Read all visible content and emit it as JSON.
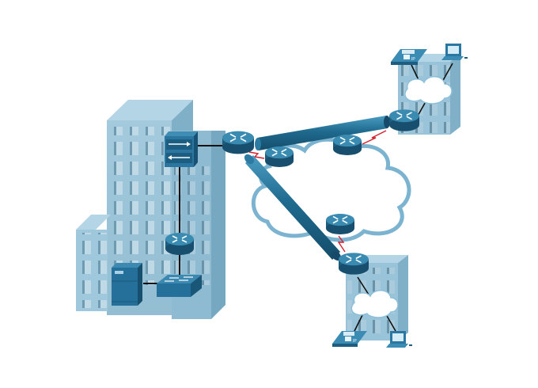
{
  "diagram": {
    "type": "network-topology",
    "colors": {
      "building_light": "#a9cfe0",
      "building_mid": "#8fbfd6",
      "building_dark": "#79abc4",
      "window": "#c3dce9",
      "window_shadow": "#6d97ad",
      "device_top": "#3b8ab0",
      "device_side": "#1e5f80",
      "device_dark": "#164a66",
      "cloud_fill": "#ffffff",
      "cloud_stroke": "#7bb3d0",
      "serial_link": "#d3202f",
      "ethernet_link": "#111111",
      "tunnel": "#1c6286"
    },
    "sites": [
      {
        "id": "hq",
        "name": "headquarters",
        "devices": [
          "multilayer-switch",
          "router",
          "switch",
          "server"
        ]
      },
      {
        "id": "branch1",
        "name": "branch-top-right",
        "devices": [
          "router",
          "lan-cloud",
          "ip-phone",
          "laptop"
        ]
      },
      {
        "id": "branch2",
        "name": "branch-bottom-right",
        "devices": [
          "router",
          "lan-cloud",
          "ip-phone",
          "laptop"
        ]
      }
    ],
    "wan": {
      "cloud": "service-provider-cloud",
      "routers": [
        "wan-router-1",
        "wan-router-2",
        "wan-router-3"
      ],
      "tunnels": [
        "hq-to-branch1",
        "hq-to-branch2"
      ]
    },
    "icon_labels": {
      "ip_phone": "IP"
    }
  }
}
